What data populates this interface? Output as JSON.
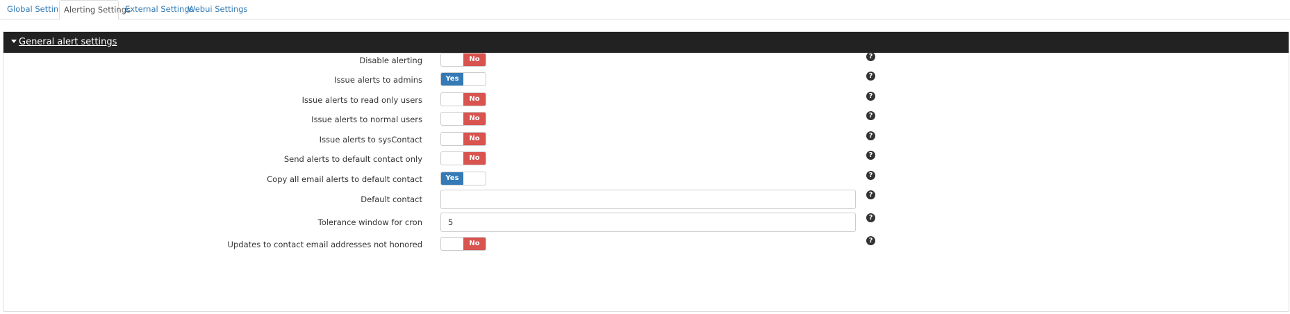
{
  "tabs": [
    {
      "label": "Global Settings",
      "active": false
    },
    {
      "label": "Alerting Settings",
      "active": true
    },
    {
      "label": "External Settings",
      "active": false
    },
    {
      "label": "Webui Settings",
      "active": false
    }
  ],
  "panel": {
    "title": "General alert settings",
    "settings": [
      {
        "label": "Disable alerting",
        "type": "toggle",
        "state": "No"
      },
      {
        "label": "Issue alerts to admins",
        "type": "toggle",
        "state": "Yes"
      },
      {
        "label": "Issue alerts to read only users",
        "type": "toggle",
        "state": "No"
      },
      {
        "label": "Issue alerts to normal users",
        "type": "toggle",
        "state": "No"
      },
      {
        "label": "Issue alerts to sysContact",
        "type": "toggle",
        "state": "No"
      },
      {
        "label": "Send alerts to default contact only",
        "type": "toggle",
        "state": "No"
      },
      {
        "label": "Copy all email alerts to default contact",
        "type": "toggle",
        "state": "Yes"
      },
      {
        "label": "Default contact",
        "type": "text",
        "value": ""
      },
      {
        "label": "Tolerance window for cron",
        "type": "text",
        "value": "5"
      },
      {
        "label": "Updates to contact email addresses not honored",
        "type": "toggle",
        "state": "No"
      }
    ]
  },
  "colors": {
    "toggle_on": "#337ab7",
    "toggle_off": "#d9534f",
    "heading_bg": "#222222",
    "link": "#337ab7"
  },
  "icons": {
    "help": "question-circle-icon",
    "caret": "caret-down-icon"
  }
}
